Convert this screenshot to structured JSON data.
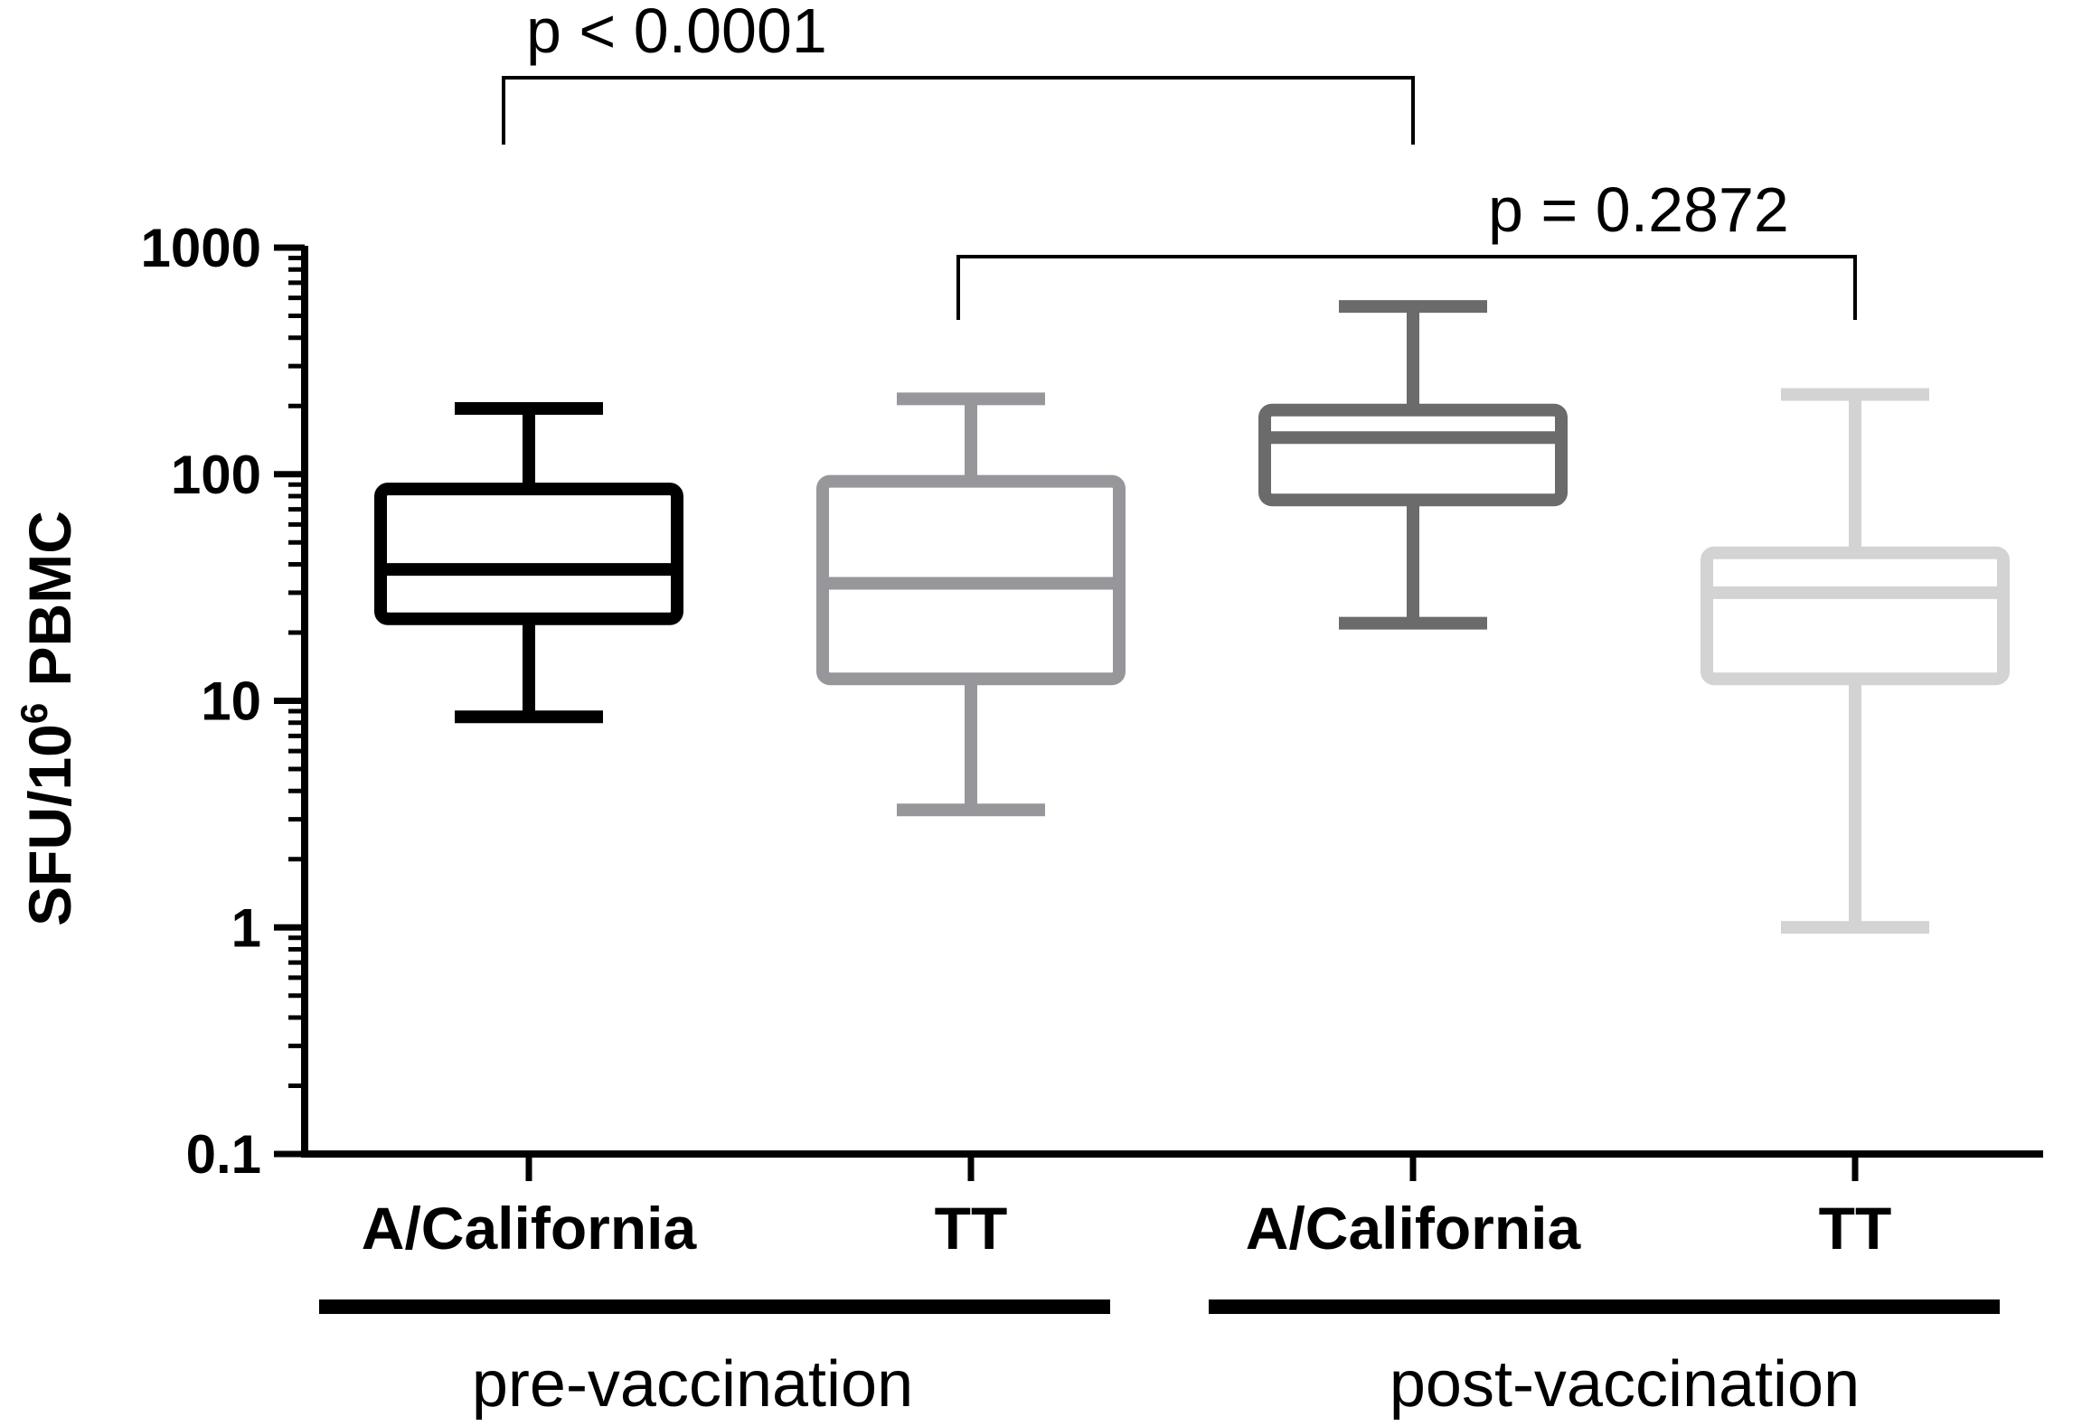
{
  "chart_data": {
    "type": "box",
    "ylabel": "SFU/10",
    "ylabel_superscript": "6",
    "ylabel_suffix": " PBMC",
    "yscale": "log",
    "ylim": [
      0.1,
      1000
    ],
    "yticks": [
      {
        "value": 0.1,
        "label": "0.1"
      },
      {
        "value": 1,
        "label": "1"
      },
      {
        "value": 10,
        "label": "10"
      },
      {
        "value": 100,
        "label": "100"
      },
      {
        "value": 1000,
        "label": "1000"
      }
    ],
    "categories": [
      "A/California",
      "TT",
      "A/California",
      "TT"
    ],
    "groups": [
      {
        "label": "pre-vaccination",
        "categories": [
          0,
          1
        ]
      },
      {
        "label": "post-vaccination",
        "categories": [
          2,
          3
        ]
      }
    ],
    "boxes": [
      {
        "category": "A/California",
        "group": "pre-vaccination",
        "min": 8.5,
        "q1": 23,
        "median": 38,
        "q3": 86,
        "max": 195,
        "color": "#000000"
      },
      {
        "category": "TT",
        "group": "pre-vaccination",
        "min": 3.3,
        "q1": 12.5,
        "median": 33,
        "q3": 93,
        "max": 215,
        "color": "#97979b"
      },
      {
        "category": "A/California",
        "group": "post-vaccination",
        "min": 22,
        "q1": 77,
        "median": 145,
        "q3": 192,
        "max": 550,
        "color": "#6b6b6b"
      },
      {
        "category": "TT",
        "group": "post-vaccination",
        "min": 1,
        "q1": 12.5,
        "median": 30,
        "q3": 45,
        "max": 225,
        "color": "#d3d3d3"
      }
    ],
    "annotations": [
      {
        "text": "p < 0.0001",
        "from": 0,
        "to": 2
      },
      {
        "text": "p = 0.2872",
        "from": 1,
        "to": 3
      }
    ]
  }
}
